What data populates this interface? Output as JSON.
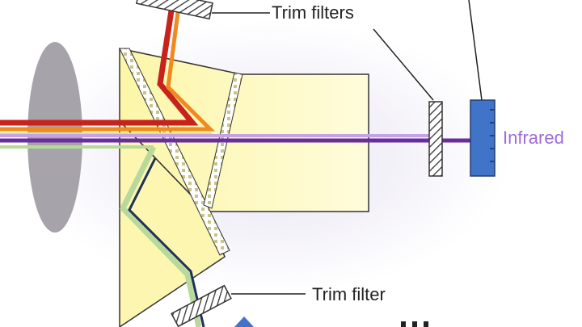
{
  "labels": {
    "trim_filters": "Trim filters",
    "trim_filter": "Trim filter",
    "infrared": "Infrared"
  },
  "colors": {
    "background": "#ffffff",
    "glow": "#ece8f4",
    "prism_fill": "#fdf7b5",
    "prism_fill_light": "#fffbd2",
    "prism_stroke": "#333333",
    "lens": "#a6a4aa",
    "hatch": "#333333",
    "red_beam": "#c7231c",
    "orange_beam": "#f08a1f",
    "yellow_beam": "#f6dc6a",
    "green_beam": "#b9d99a",
    "dark_blue_beam": "#1e2f5c",
    "violet_beam": "#6a2d9c",
    "light_violet_beam": "#c3a2e8",
    "detector_blue": "#3f74c8",
    "infrared_text": "#9f6ad8",
    "leader_line": "#222222"
  },
  "icons": {
    "lens": "oval-lens-icon",
    "detector": "rectangular-detector-icon",
    "filter": "hatched-filter-icon"
  }
}
